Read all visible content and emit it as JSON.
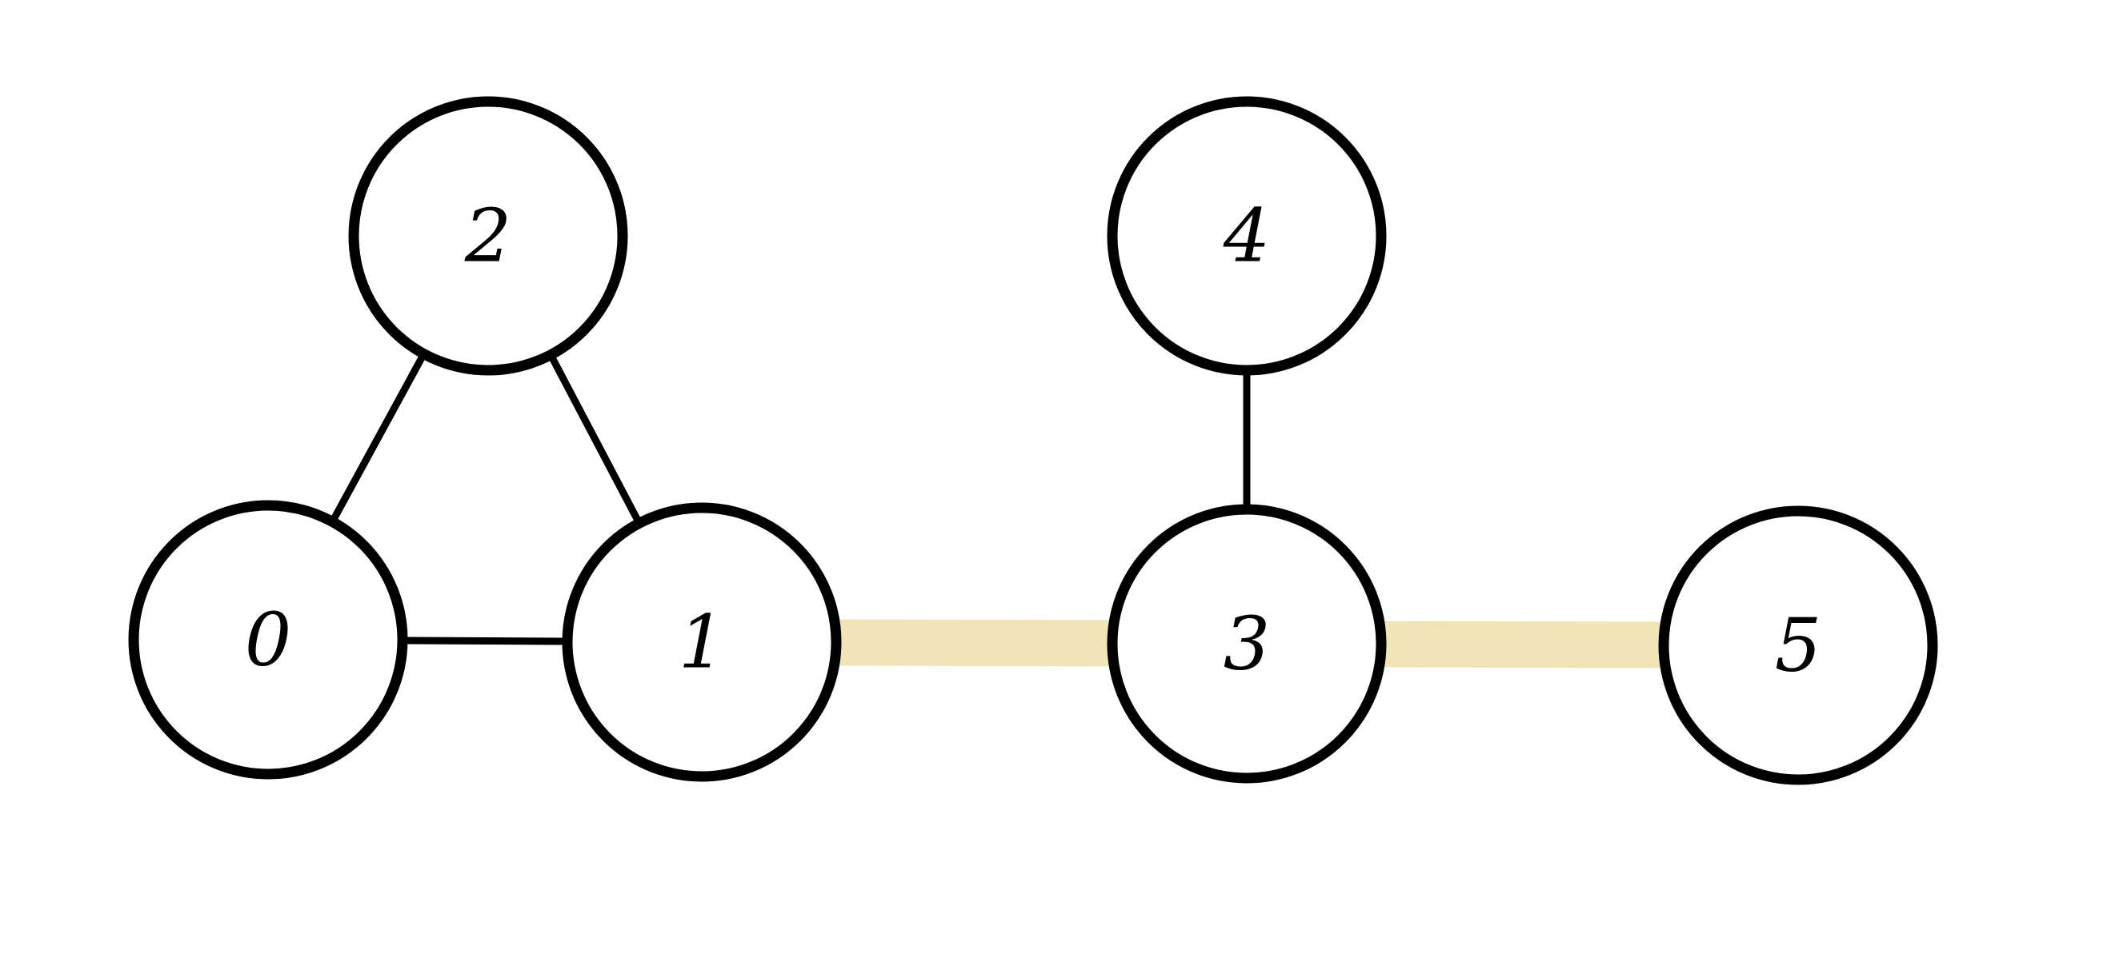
{
  "graph": {
    "nodes": [
      {
        "id": "0",
        "label": "0"
      },
      {
        "id": "1",
        "label": "1"
      },
      {
        "id": "2",
        "label": "2"
      },
      {
        "id": "3",
        "label": "3"
      },
      {
        "id": "4",
        "label": "4"
      },
      {
        "id": "5",
        "label": "5"
      }
    ],
    "edges": [
      {
        "from": "0",
        "to": "2",
        "highlighted": false
      },
      {
        "from": "1",
        "to": "2",
        "highlighted": false
      },
      {
        "from": "0",
        "to": "1",
        "highlighted": false
      },
      {
        "from": "1",
        "to": "3",
        "highlighted": true
      },
      {
        "from": "4",
        "to": "3",
        "highlighted": false
      },
      {
        "from": "3",
        "to": "5",
        "highlighted": true
      }
    ],
    "colors": {
      "node_stroke": "#000000",
      "node_fill": "#ffffff",
      "edge": "#000000",
      "highlight": "#f1e4b6"
    }
  }
}
